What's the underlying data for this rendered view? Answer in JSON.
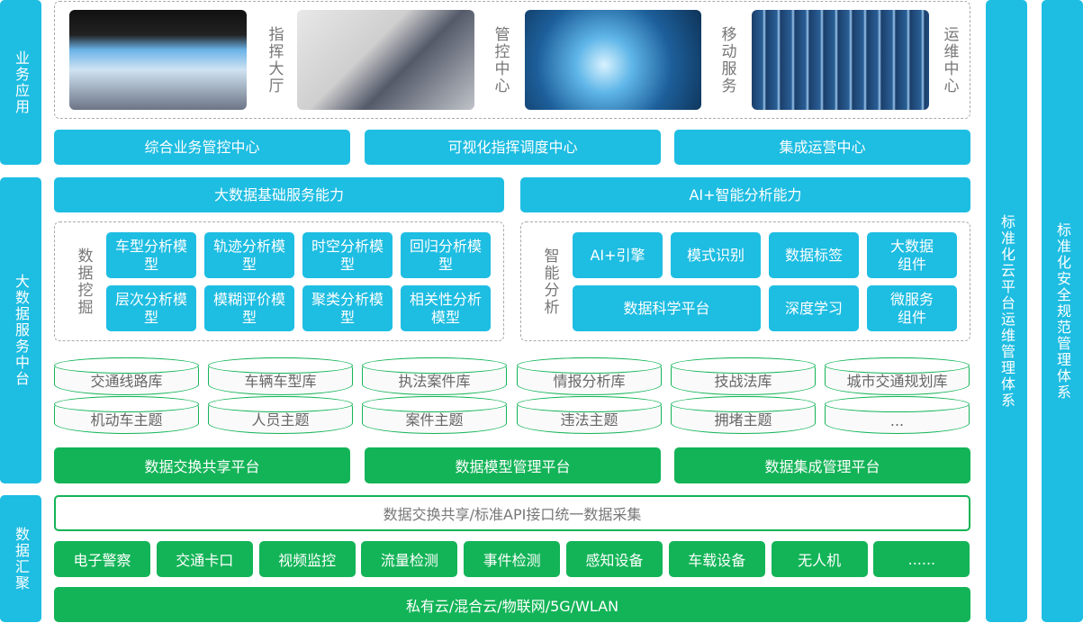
{
  "left_labels": [
    "业务应用",
    "大数据服务中台",
    "数据汇聚"
  ],
  "right_labels": [
    "标准化云平台运维管理体系",
    "标准化安全规范管理体系"
  ],
  "scenes": [
    {
      "label": "指挥大厅"
    },
    {
      "label": "管控中心"
    },
    {
      "label": "移动服务"
    },
    {
      "label": "运维中心"
    }
  ],
  "apps": [
    "综合业务管控中心",
    "可视化指挥调度中心",
    "集成运营中心"
  ],
  "capabilities": [
    "大数据基础服务能力",
    "AI+智能分析能力"
  ],
  "mining": {
    "label": "数据挖掘",
    "items": [
      "车型分析模型",
      "轨迹分析模型",
      "时空分析模型",
      "回归分析模型",
      "层次分析模型",
      "模糊评价模型",
      "聚类分析模型",
      "相关性分析模型"
    ]
  },
  "ai": {
    "label": "智能分析",
    "items": [
      "AI+引擎",
      "模式识别",
      "数据标签",
      "大数据组件",
      "数据科学平台",
      "深度学习",
      "微服务组件"
    ]
  },
  "databases": [
    "交通线路库",
    "车辆车型库",
    "执法案件库",
    "情报分析库",
    "技战法库",
    "城市交通规划库"
  ],
  "themes": [
    "机动车主题",
    "人员主题",
    "案件主题",
    "违法主题",
    "拥堵主题",
    "..."
  ],
  "platforms": [
    "数据交换共享平台",
    "数据模型管理平台",
    "数据集成管理平台"
  ],
  "collection": "数据交换共享/标准API接口统一数据采集",
  "sources": [
    "电子警察",
    "交通卡口",
    "视频监控",
    "流量检测",
    "事件检测",
    "感知设备",
    "车载设备",
    "无人机",
    "......"
  ],
  "network": "私有云/混合云/物联网/5G/WLAN"
}
